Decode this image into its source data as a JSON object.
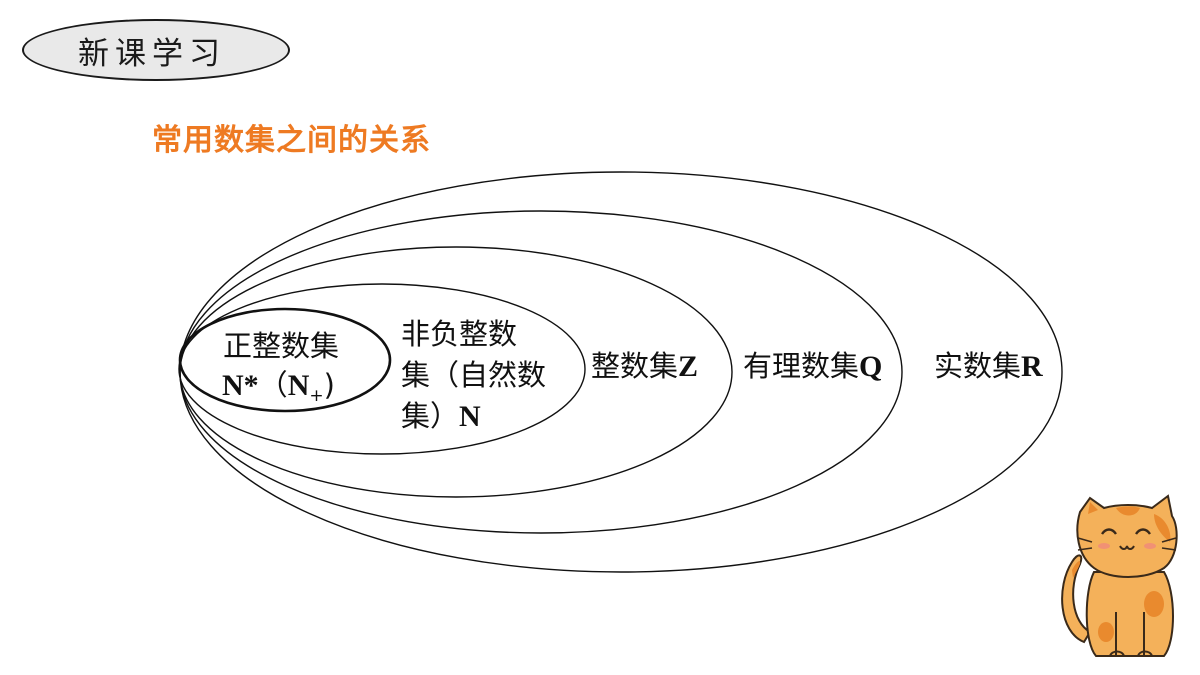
{
  "header": {
    "badge_label": "新课学习",
    "subtitle": "常用数集之间的关系"
  },
  "diagram": {
    "sets": [
      {
        "name": "正整数集",
        "symbol": "N*",
        "alt_symbol_main": "N",
        "alt_symbol_sub": "+"
      },
      {
        "name_line1": "非负整数",
        "name_line2": "集（自然数",
        "name_line3": "集）",
        "symbol": "N"
      },
      {
        "name": "整数集",
        "symbol": "Z"
      },
      {
        "name": "有理数集",
        "symbol": "Q"
      },
      {
        "name": "实数集",
        "symbol": "R"
      }
    ]
  },
  "colors": {
    "accent": "#ee7a22",
    "badge_fill": "#e9e9e9",
    "cat_body": "#f4b15a",
    "cat_patch": "#e98a2e"
  },
  "icons": [
    "cat-mascot-icon"
  ]
}
